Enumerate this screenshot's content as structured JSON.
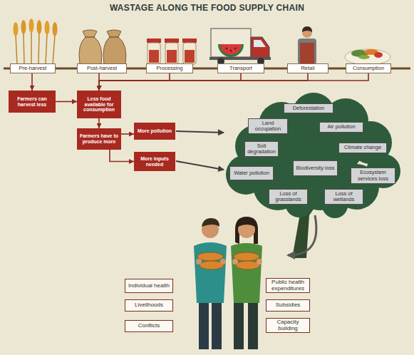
{
  "diagram": {
    "title": "WASTAGE ALONG THE FOOD SUPPLY CHAIN",
    "nodes": [
      {
        "text": [
          "Pre-harvest"
        ]
      },
      {
        "text": [
          "Post-harvest"
        ]
      },
      {
        "text": [
          "Processing"
        ]
      },
      {
        "text": [
          "Transport"
        ]
      },
      {
        "text": [
          "Retail"
        ]
      },
      {
        "text": [
          "Consumption"
        ]
      },
      {
        "text": [
          "Farmers can harvest less"
        ]
      },
      {
        "text": [
          "Less food available for consumption"
        ]
      },
      {
        "text": [
          "Farmers have to produce more"
        ]
      },
      {
        "text": [
          "More pollution"
        ]
      },
      {
        "text": [
          "More inputs needed"
        ]
      },
      {
        "text": [
          "Deforestation"
        ]
      },
      {
        "text": [
          "Land occupation"
        ]
      },
      {
        "text": [
          "Air pollution"
        ]
      },
      {
        "text": [
          "Soil degradation"
        ]
      },
      {
        "text": [
          "Climate change"
        ]
      },
      {
        "text": [
          "Biodiversity loss"
        ]
      },
      {
        "text": [
          "Ecosystem services loss"
        ]
      },
      {
        "text": [
          "Water pollution"
        ]
      },
      {
        "text": [
          "Loss of grasslands"
        ]
      },
      {
        "text": [
          "Loss of wetlands"
        ]
      },
      {
        "text": [
          "Individual health"
        ]
      },
      {
        "text": [
          "Livelihoods"
        ]
      },
      {
        "text": [
          "Conflicts"
        ]
      },
      {
        "text": [
          "Public health expenditures"
        ]
      },
      {
        "text": [
          "Subsidies"
        ]
      },
      {
        "text": [
          "Capacity building"
        ]
      }
    ],
    "edges": [
      {
        "from": 0,
        "to": 6,
        "arrow": "to"
      },
      {
        "from": 1,
        "to": 7,
        "arrow": "to"
      },
      {
        "from": 2,
        "to": 7,
        "arrow": "to"
      },
      {
        "from": 3,
        "to": 7,
        "arrow": "to"
      },
      {
        "from": 4,
        "to": 7,
        "arrow": "to"
      },
      {
        "from": 5,
        "to": 7,
        "arrow": "to"
      },
      {
        "from": 6,
        "to": 7,
        "arrow": "to"
      },
      {
        "from": 7,
        "to": 8,
        "arrow": "to"
      },
      {
        "from": 8,
        "to": 9,
        "arrow": "to"
      },
      {
        "from": 8,
        "to": 10,
        "arrow": "to"
      }
    ]
  }
}
